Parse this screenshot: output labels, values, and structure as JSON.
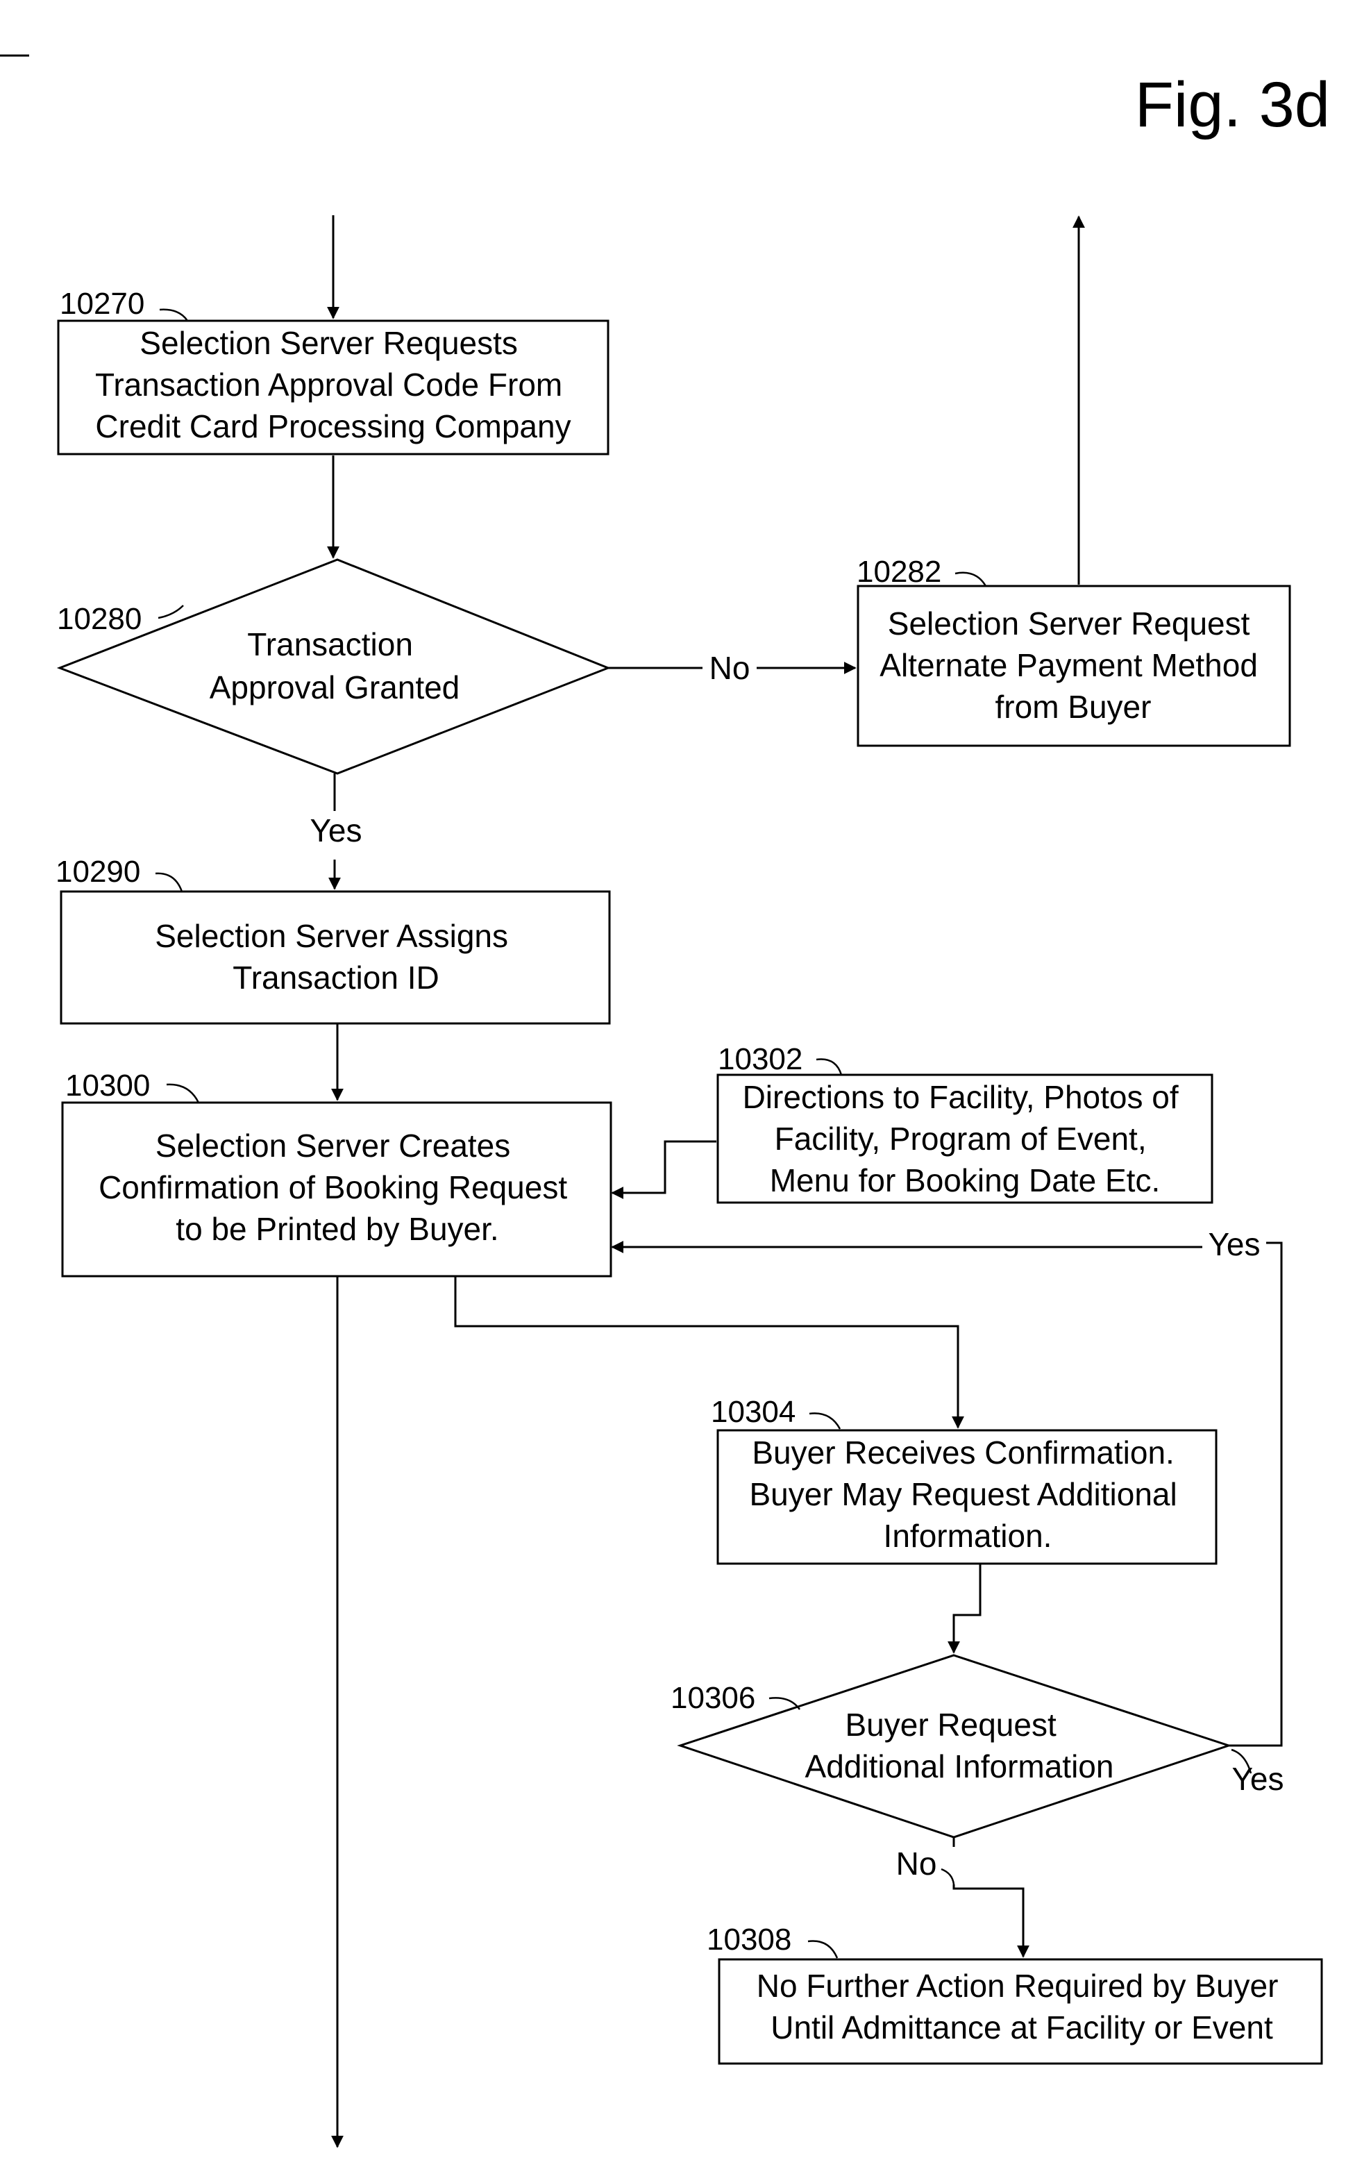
{
  "figure_label": "Fig. 3d",
  "steps": {
    "s10270": {
      "ref": "10270",
      "lines": [
        "Selection Server Requests",
        "Transaction Approval Code From",
        "Credit Card Processing Company"
      ]
    },
    "s10280": {
      "ref": "10280",
      "lines": [
        "Transaction",
        "Approval Granted"
      ]
    },
    "s10282": {
      "ref": "10282",
      "lines": [
        "Selection Server Request",
        "Alternate Payment Method",
        "from Buyer"
      ]
    },
    "s10290": {
      "ref": "10290",
      "lines": [
        "Selection Server Assigns",
        "Transaction ID"
      ]
    },
    "s10300": {
      "ref": "10300",
      "lines": [
        "Selection Server Creates",
        "Confirmation of Booking Request",
        "to be Printed by Buyer."
      ]
    },
    "s10302": {
      "ref": "10302",
      "lines": [
        "Directions to Facility, Photos of",
        "Facility, Program of Event,",
        "Menu for Booking Date Etc."
      ]
    },
    "s10304": {
      "ref": "10304",
      "lines": [
        "Buyer Receives Confirmation.",
        "Buyer May Request Additional",
        "Information."
      ]
    },
    "s10306": {
      "ref": "10306",
      "lines": [
        "Buyer Request",
        "Additional Information"
      ]
    },
    "s10308": {
      "ref": "10308",
      "lines": [
        "No Further Action Required by Buyer",
        "Until Admittance at Facility or Event"
      ]
    }
  },
  "edge_labels": {
    "no_10280": "No",
    "yes_10280": "Yes",
    "yes_10306_top": "Yes",
    "yes_10306_side": "Yes",
    "no_10306": "No"
  }
}
